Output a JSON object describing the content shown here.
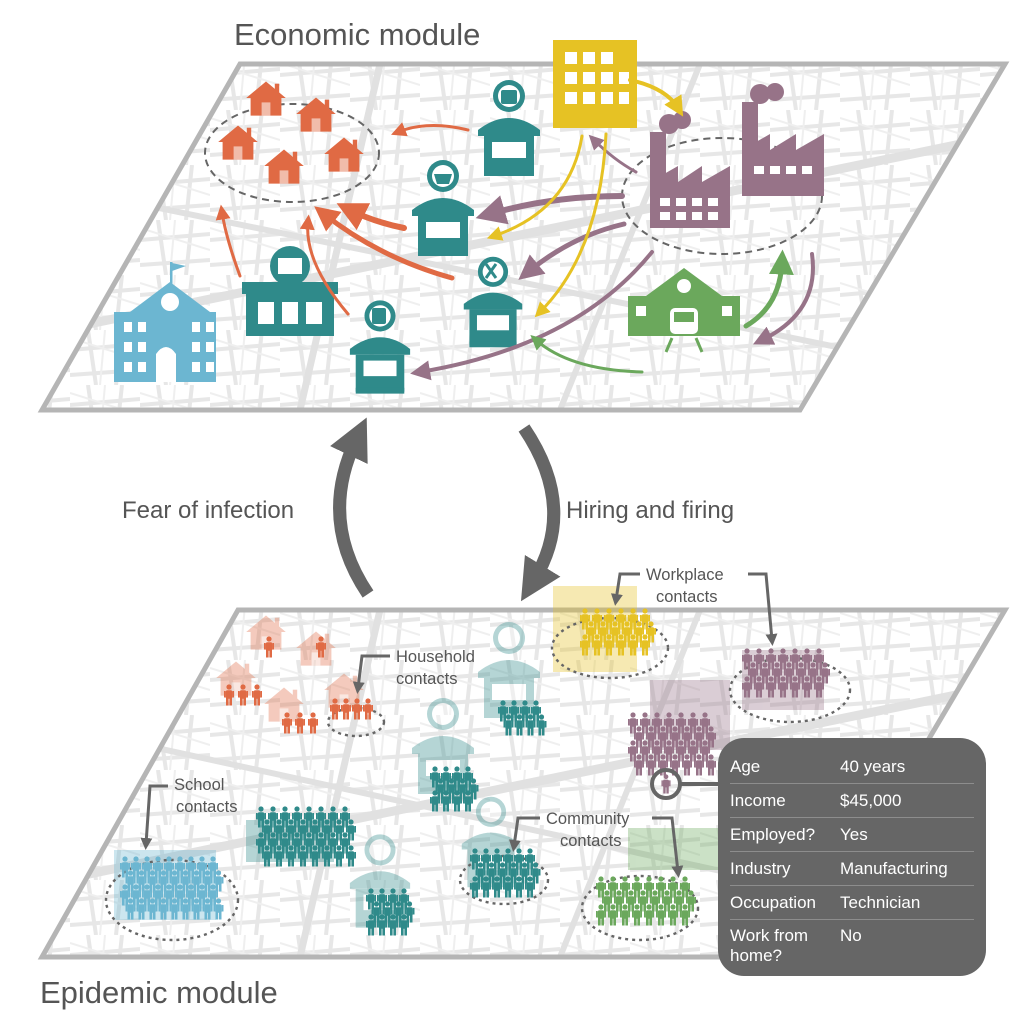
{
  "economic_title": "Economic module",
  "epidemic_title": "Epidemic module",
  "arrows": {
    "left_label": "Fear of infection",
    "right_label": "Hiring and firing"
  },
  "callouts": {
    "workplace": [
      "Workplace",
      "contacts"
    ],
    "household": [
      "Household",
      "contacts"
    ],
    "school": [
      "School",
      "contacts"
    ],
    "community": [
      "Community",
      "contacts"
    ]
  },
  "agent_card": {
    "rows": [
      {
        "key": "Age",
        "value": "40 years"
      },
      {
        "key": "Income",
        "value": "$45,000"
      },
      {
        "key": "Employed?",
        "value": "Yes"
      },
      {
        "key": "Industry",
        "value": "Manufacturing"
      },
      {
        "key": "Occupation",
        "value": "Technician"
      },
      {
        "key": "Work from home?",
        "value": "No"
      }
    ]
  },
  "icons": {
    "houses": "house-icon",
    "shops": "shop-icon",
    "office": "office-building-icon",
    "factory": "factory-icon",
    "school": "school-icon",
    "station": "train-station-icon",
    "cinema": "cinema-icon",
    "person": "person-icon"
  },
  "colors": {
    "households": "#e06a44",
    "shops": "#2f8a8a",
    "office": "#e6c224",
    "factory": "#977388",
    "school": "#6cb6d1",
    "station": "#6ba85c",
    "card": "#666666",
    "arrow": "#666666"
  }
}
